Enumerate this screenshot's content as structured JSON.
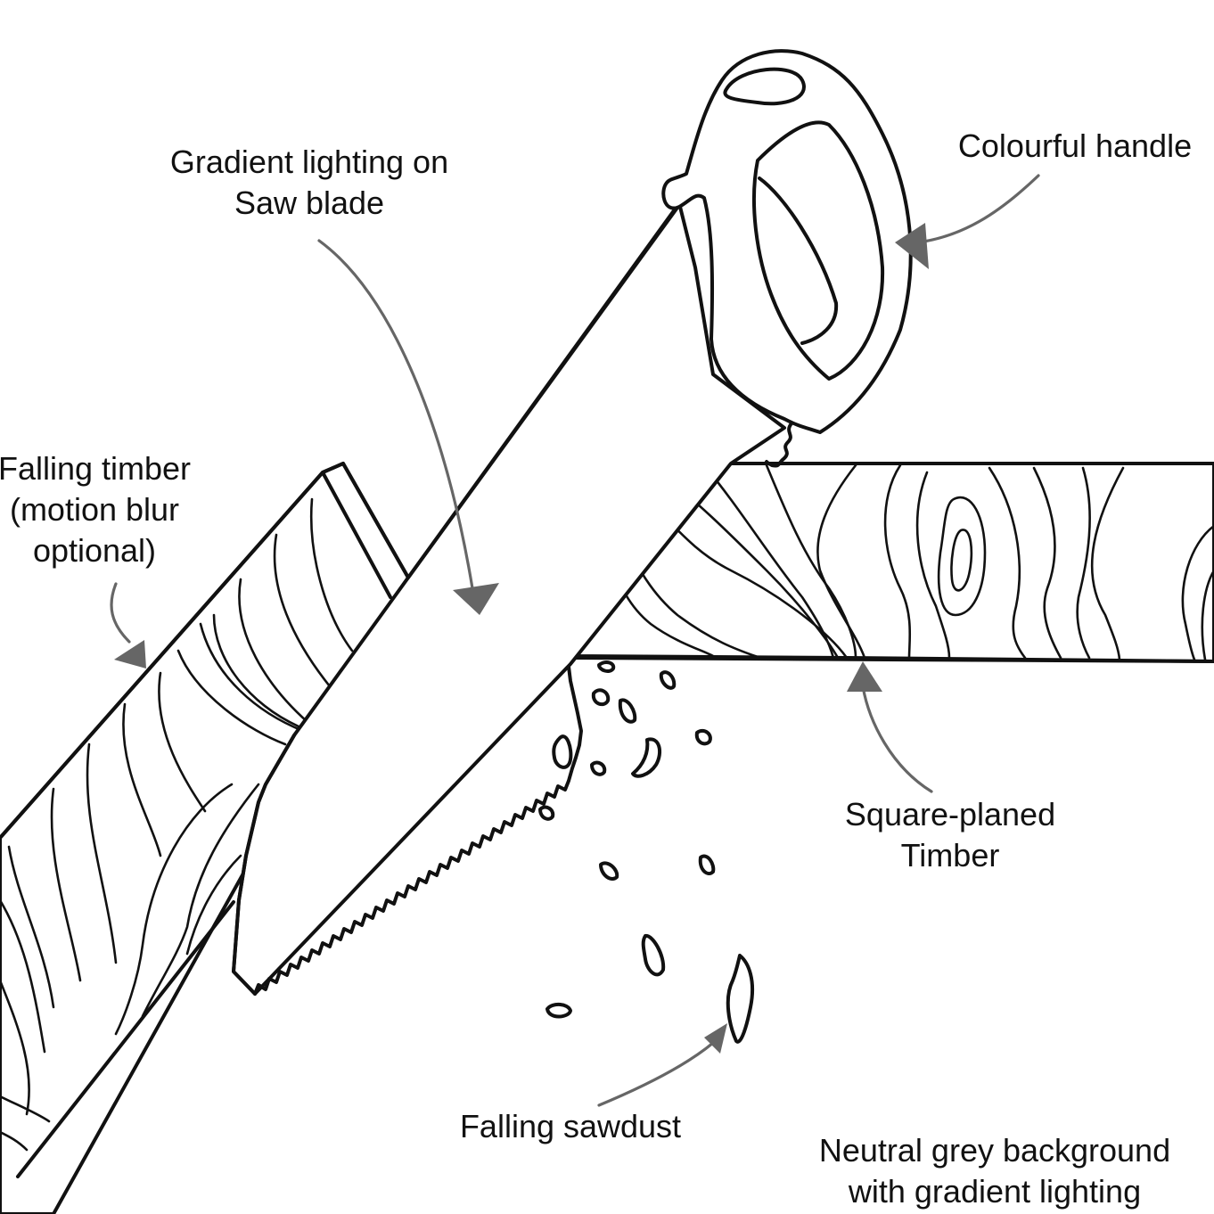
{
  "labels": {
    "saw_blade": {
      "line1": "Gradient lighting on",
      "line2": "Saw blade"
    },
    "handle": {
      "line1": "Colourful handle"
    },
    "falling_timber": {
      "line1": "Falling timber",
      "line2": "(motion blur",
      "line3": "optional)"
    },
    "square_timber": {
      "line1": "Square-planed",
      "line2": "Timber"
    },
    "sawdust": {
      "line1": "Falling sawdust"
    },
    "background": {
      "line1": "Neutral grey background",
      "line2": "with gradient lighting"
    }
  },
  "colors": {
    "ink": "#111111",
    "arrow": "#666666",
    "background": "#ffffff"
  }
}
